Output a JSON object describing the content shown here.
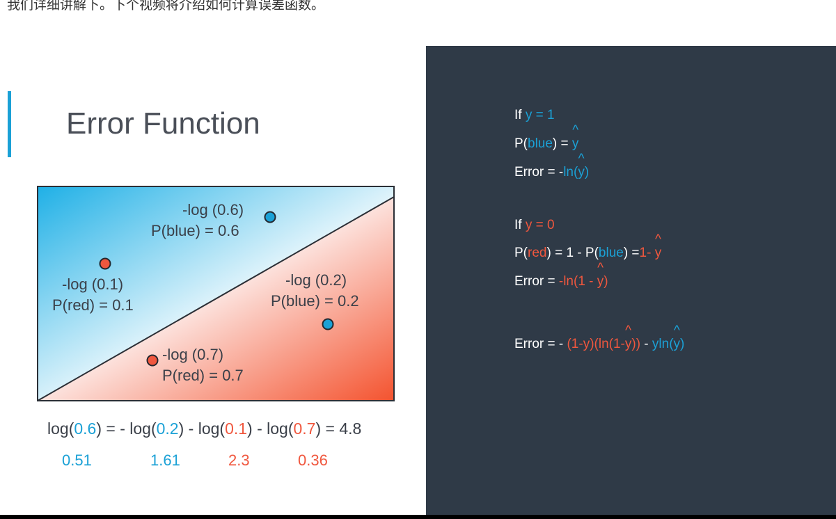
{
  "caption": "我们详细讲解下。下个视频将介绍如何计算误差函数。",
  "slide": {
    "title": "Error Function",
    "points": [
      {
        "log": "-log (0.6)",
        "prob": "P(blue) = 0.6"
      },
      {
        "log": "-log (0.1)",
        "prob": "P(red) = 0.1"
      },
      {
        "log": "-log (0.2)",
        "prob": "P(blue) = 0.2"
      },
      {
        "log": "-log (0.7)",
        "prob": "P(red) = 0.7"
      }
    ],
    "equation": {
      "p1": "log(",
      "v1": "0.6",
      "p2": ") = - log(",
      "v2": "0.2",
      "p3": ") - log(",
      "v3": "0.1",
      "p4": ") - log(",
      "v4": "0.7",
      "p5": ") = 4.8"
    },
    "values": [
      "0.51",
      "1.61",
      "2.3",
      "0.36"
    ]
  },
  "panel": {
    "case1": {
      "if_prefix": "If ",
      "cond": "y = 1",
      "p_prefix": "P(",
      "p_word": "blue",
      "p_suffix": ") = ",
      "p_hat": "y",
      "err_prefix": "Error = -",
      "err_blue": "ln(",
      "err_hat": "y",
      "err_close": ")"
    },
    "case0": {
      "if_prefix": "If ",
      "cond": "y = 0",
      "p_prefix": "P(",
      "p_word": "red",
      "p_mid": ") = 1 - P(",
      "p_word2": "blue",
      "p_mid2": ") =",
      "p_red": "1- ",
      "p_hat": "y",
      "err_prefix": "Error = ",
      "err_red": "-ln(1 - ",
      "err_hat": "y",
      "err_close": ")"
    },
    "total": {
      "prefix": "Error = - ",
      "red_a": "(1-y)(ln(1-",
      "red_hat": "y",
      "red_b": "))",
      "mid": " - ",
      "blue_a": "yln(",
      "blue_hat": "y",
      "blue_b": ")"
    }
  },
  "colors": {
    "blue": "#1ba1d6",
    "red": "#f0573e",
    "panel": "#2f3a47"
  }
}
